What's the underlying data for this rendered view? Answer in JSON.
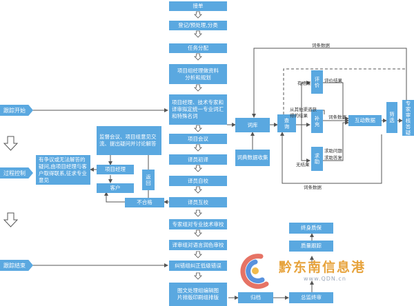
{
  "main_flow": {
    "order_receipt": "接单",
    "registration": "登记/预处理,分类",
    "task_assignment": "任务分配",
    "pm_prepare": "项目组经理做资料分析和规划",
    "terminology": "项目经理、技术专家和译审拟定统一专业词汇和特殊名词",
    "project_meeting": "项目会议",
    "first_translation": "译员初译",
    "self_check": "译员自校",
    "peer_check": "译员互校",
    "expert_review": "专家组对专业技术审校",
    "language_review": "译审组对语言润色审校",
    "correction": "纠错组纠正低级错误",
    "graphics": "图文处理组编辑图片排版印刷组排版"
  },
  "loop": {
    "supervision": "监督会议、项目组意见交流、提出疑问并讨论解答",
    "pm": "项目经理",
    "client": "客户",
    "disputes": "有争议或无法解答的疑问,由项目经理与客户取得联系,征求专业意见",
    "return": "返回",
    "unqualified": "不合格"
  },
  "side_labels": {
    "tracking_start": "跟踪开始",
    "process_control": "过程控制",
    "tracking_end": "跟踪结束"
  },
  "glossary": {
    "term_bank": "词库",
    "term_collection": "词典数据收集",
    "query": "查询",
    "evaluate": "评价",
    "supplement": "补充",
    "help": "求助",
    "interaction_data": "互动数据",
    "filter": "筛选",
    "expert_review_v": "专家审核答疑",
    "label_term_data_top": "词条数据",
    "label_term_data_mid": "词条数据",
    "label_term_data_bottom": "词条数据",
    "label_has_result": "有结果",
    "label_no_result": "无结果",
    "label_other_channels": "从其他渠道获得的结果",
    "label_eval_result": "评价结果",
    "label_help_question": "求助问题",
    "label_help_reply": "求助答复"
  },
  "after_sales": {
    "lifetime_warranty": "终身质保",
    "quality_tracking": "质量跟踪",
    "archive": "归档",
    "general_director": "总监终审"
  },
  "watermark": {
    "text": "黔东南信息港",
    "url": "www.QDN.cn"
  },
  "colors": {
    "box_fill": "#5aa8e0",
    "line": "#555555"
  }
}
